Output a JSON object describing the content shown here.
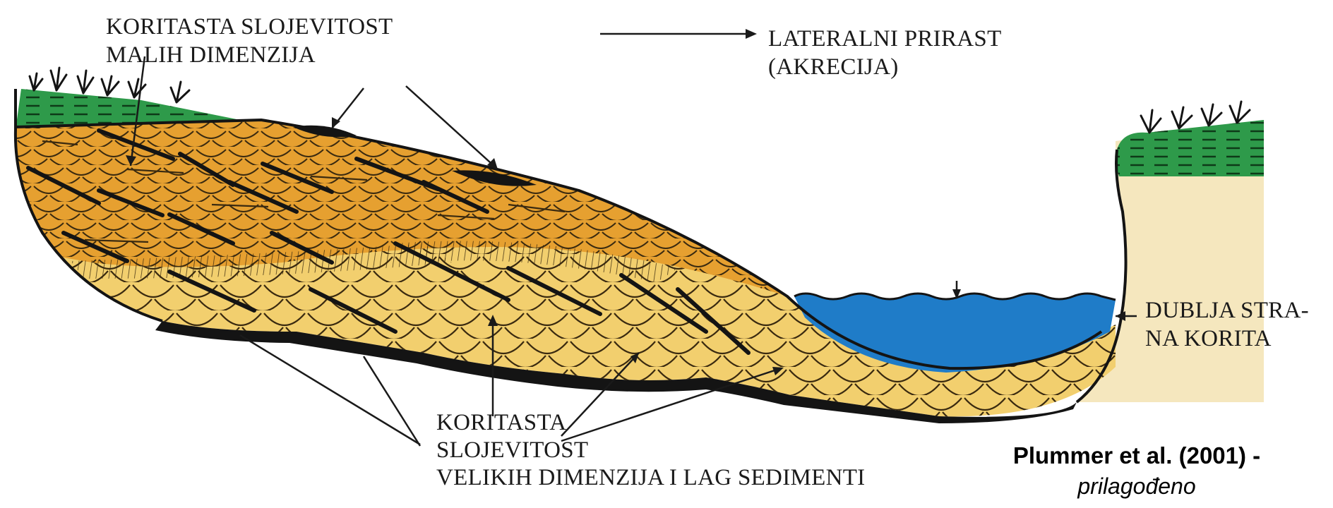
{
  "labels": {
    "small_scale": [
      "KORITASTA SLOJEVITOST",
      "MALIH DIMENZIJA"
    ],
    "lateral": [
      "LATERALNI PRIRAST",
      "(AKRECIJA)"
    ],
    "deeper_side": [
      "DUBLJA STRA-",
      "NA KORITA"
    ],
    "large_scale": [
      "KORITASTA",
      "SLOJEVITOST",
      "VELIKIH DIMENZIJA I LAG SEDIMENTI"
    ]
  },
  "credit": {
    "citation": "Plummer et al. (2001) -",
    "note": "prilagođeno"
  },
  "colors": {
    "upper_sand": "#e6a030",
    "lower_sand": "#f2cf6e",
    "grass": "#2e9a4a",
    "water": "#1f7cc8",
    "bank": "#f5e7be",
    "lag": "#141414"
  }
}
